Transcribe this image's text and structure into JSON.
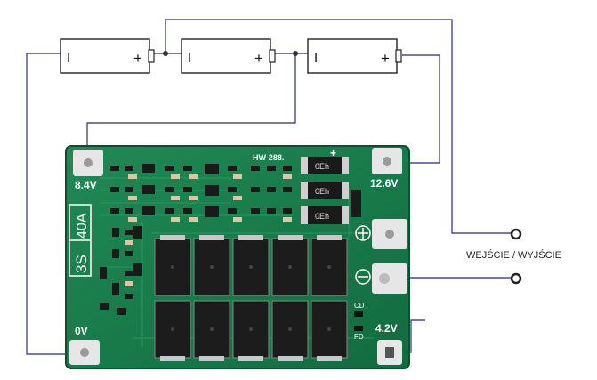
{
  "batteries": [
    {
      "neg": "I",
      "pos": "+"
    },
    {
      "neg": "I",
      "pos": "+"
    },
    {
      "neg": "I",
      "pos": "+"
    }
  ],
  "board": {
    "model": "HW-288.",
    "config": "3S",
    "current": "40A",
    "pads": {
      "b_8v4": "8.4V",
      "b_12v6": "12.6V",
      "b_0v": "0V",
      "b_4v2": "4.2V"
    },
    "cd_label": "CD",
    "fd_label": "FD",
    "diode_label": "0Eh",
    "plus_sign": "+"
  },
  "io_label": "WEJŚCIE / WYJŚCIE",
  "colors": {
    "wire": "#4a4a9a",
    "pcb": "#1b7a4a",
    "pcb_dark": "#0f5a34",
    "pad": "#e6e6e6",
    "battery_fill": "#ffffff",
    "battery_stroke": "#222222"
  }
}
